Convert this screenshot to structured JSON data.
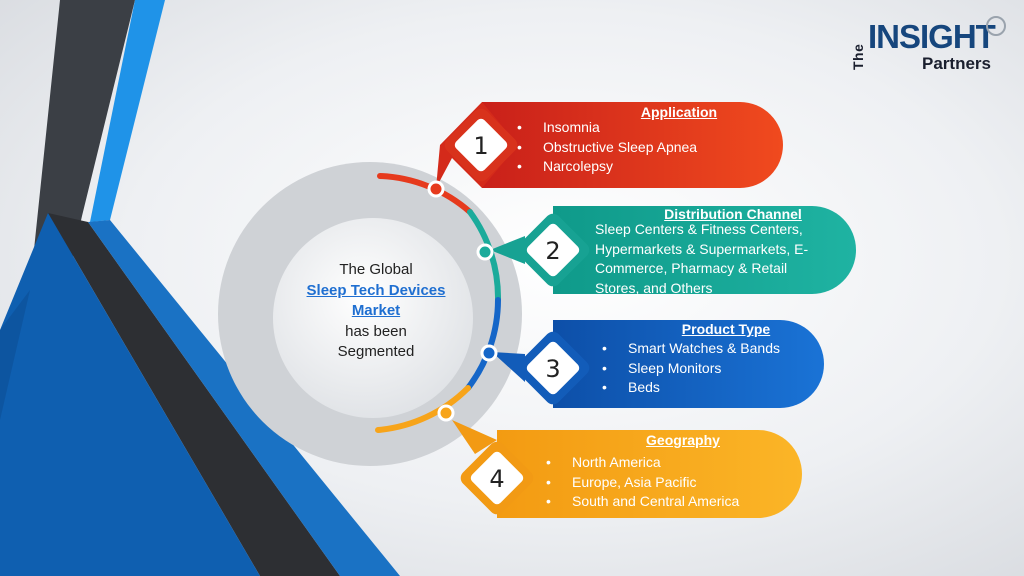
{
  "brand": {
    "the": "The",
    "insight": "INSIGHT",
    "partners": "Partners"
  },
  "center": {
    "line1": "The Global",
    "highlight": "Sleep Tech Devices Market",
    "line3": "has been",
    "line4": "Segmented"
  },
  "segments": [
    {
      "number": "1",
      "title": "Application",
      "items": [
        "Insomnia",
        "Obstructive Sleep Apnea",
        "Narcolepsy"
      ],
      "color": "#e63a1d"
    },
    {
      "number": "2",
      "title": "Distribution Channel",
      "text": "Sleep Centers & Fitness Centers, Hypermarkets & Supermarkets, E-Commerce, Pharmacy & Retail Stores, and Others",
      "color": "#1bab9b"
    },
    {
      "number": "3",
      "title": "Product Type",
      "items": [
        "Smart Watches & Bands",
        "Sleep Monitors",
        "Beds"
      ],
      "color": "#1566c8"
    },
    {
      "number": "4",
      "title": "Geography",
      "items": [
        "North America",
        "Europe, Asia Pacific",
        "South and Central America"
      ],
      "color": "#f7a41a"
    }
  ]
}
